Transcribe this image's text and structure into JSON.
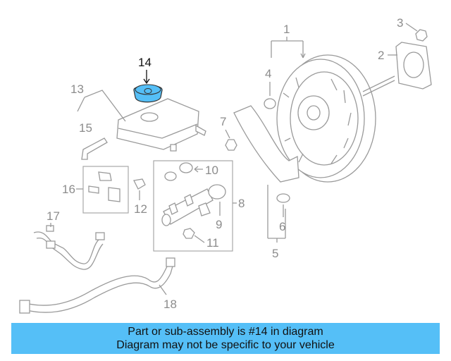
{
  "callouts": {
    "c1": "1",
    "c2": "2",
    "c3": "3",
    "c4": "4",
    "c5": "5",
    "c6": "6",
    "c7": "7",
    "c8": "8",
    "c9": "9",
    "c10": "10",
    "c11": "11",
    "c12": "12",
    "c13": "13",
    "c14": "14",
    "c15": "15",
    "c16": "16",
    "c17": "17",
    "c18": "18"
  },
  "highlight_color": "#55bff7",
  "banner": {
    "line1": "Part or sub-assembly is #14 in diagram",
    "line2": "Diagram may not be specific to your vehicle"
  }
}
